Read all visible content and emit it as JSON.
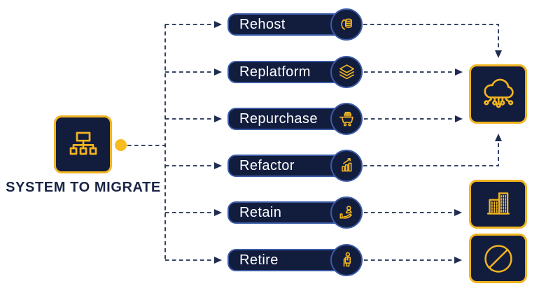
{
  "source": {
    "label": "SYSTEM TO MIGRATE",
    "icon": "org-hierarchy-icon"
  },
  "strategies": [
    {
      "label": "Rehost",
      "icon": "database-migration-icon"
    },
    {
      "label": "Replatform",
      "icon": "layers-icon"
    },
    {
      "label": "Repurchase",
      "icon": "shopping-cart-icon"
    },
    {
      "label": "Refactor",
      "icon": "bar-chart-growth-icon"
    },
    {
      "label": "Retain",
      "icon": "hand-holding-person-icon"
    },
    {
      "label": "Retire",
      "icon": "retired-person-icon"
    }
  ],
  "destinations": [
    {
      "name": "cloud",
      "icon": "cloud-computing-icon"
    },
    {
      "name": "on-premises",
      "icon": "office-building-icon"
    },
    {
      "name": "decommission",
      "icon": "prohibition-icon"
    }
  ],
  "colors": {
    "navy": "#121D3E",
    "gold": "#F2B41F",
    "dot_gold": "#F8BB20",
    "pill_border": "#3B5BA6",
    "connector": "#1E2C52",
    "text_light": "#FFFFFF",
    "text_dark": "#1A2547",
    "background": "#FFFFFF"
  }
}
